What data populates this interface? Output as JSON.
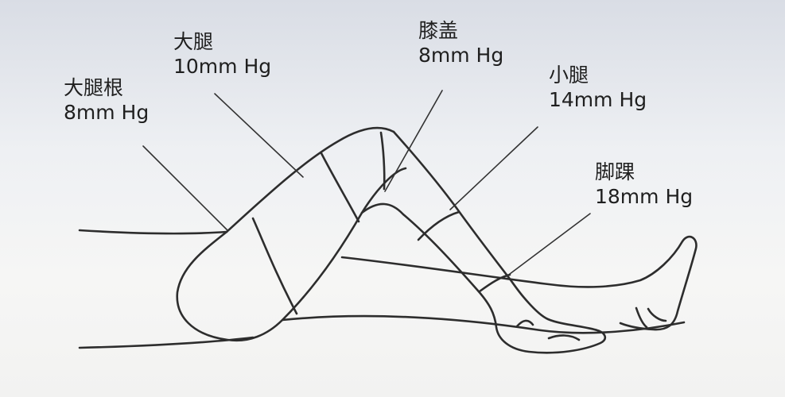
{
  "labels": {
    "thigh_root": {
      "name": "大腿根",
      "value": "8mm Hg"
    },
    "thigh": {
      "name": "大腿",
      "value": "10mm Hg"
    },
    "knee": {
      "name": "膝盖",
      "value": "8mm Hg"
    },
    "calf": {
      "name": "小腿",
      "value": "14mm Hg"
    },
    "ankle": {
      "name": "脚踝",
      "value": "18mm Hg"
    }
  }
}
